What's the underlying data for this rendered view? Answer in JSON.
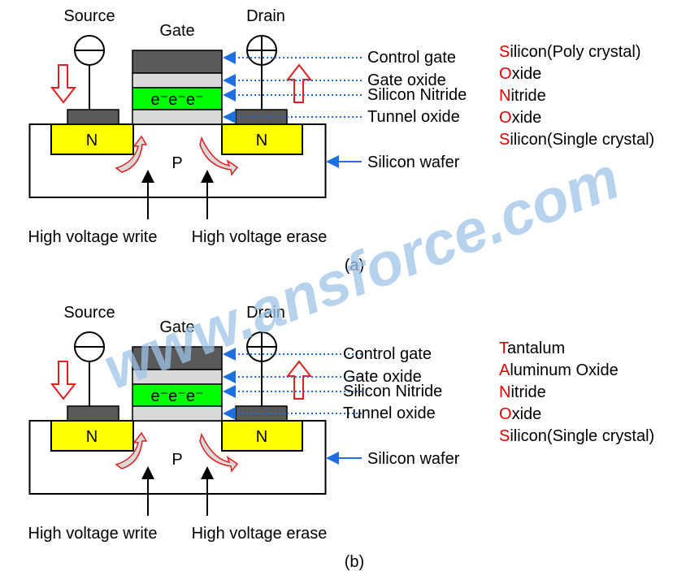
{
  "watermark": "www.ansforce.com",
  "colors": {
    "control_gate": "#595959",
    "oxide": "#d9d9d9",
    "nitride": "#00ff00",
    "n_region": "#ffff00",
    "arrow_red": "#e02020",
    "label_blue": "#1f6fe0",
    "watermark": "#9dc3e6",
    "highlight_letter": "#e00000"
  },
  "diagrams": [
    {
      "caption": "(a)",
      "source": "Source",
      "gate": "Gate",
      "drain": "Drain",
      "electrons": "e⁻e⁻e⁻",
      "n_label": "N",
      "p_label": "P",
      "write_label": "High voltage write",
      "erase_label": "High voltage erase",
      "layer_labels": [
        "Control gate",
        "Gate oxide",
        "Silicon Nitride",
        "Tunnel oxide"
      ],
      "wafer_label": "Silicon wafer",
      "materials": [
        {
          "first": "S",
          "rest": "ilicon(Poly crystal)"
        },
        {
          "first": "O",
          "rest": "xide"
        },
        {
          "first": "N",
          "rest": "itride"
        },
        {
          "first": "O",
          "rest": "xide"
        },
        {
          "first": "S",
          "rest": "ilicon(Single crystal)"
        }
      ]
    },
    {
      "caption": "(b)",
      "source": "Source",
      "gate": "Gate",
      "drain": "Drain",
      "electrons": "e⁻e⁻e⁻",
      "n_label": "N",
      "p_label": "P",
      "write_label": "High voltage write",
      "erase_label": "High voltage erase",
      "layer_labels": [
        "Control gate",
        "Gate oxide",
        "Silicon Nitride",
        "Tunnel oxide"
      ],
      "wafer_label": "Silicon wafer",
      "materials": [
        {
          "first": "T",
          "rest": "antalum"
        },
        {
          "first": "A",
          "rest": "luminum Oxide"
        },
        {
          "first": "N",
          "rest": "itride"
        },
        {
          "first": "O",
          "rest": "xide"
        },
        {
          "first": "S",
          "rest": "ilicon(Single crystal)"
        }
      ]
    }
  ]
}
